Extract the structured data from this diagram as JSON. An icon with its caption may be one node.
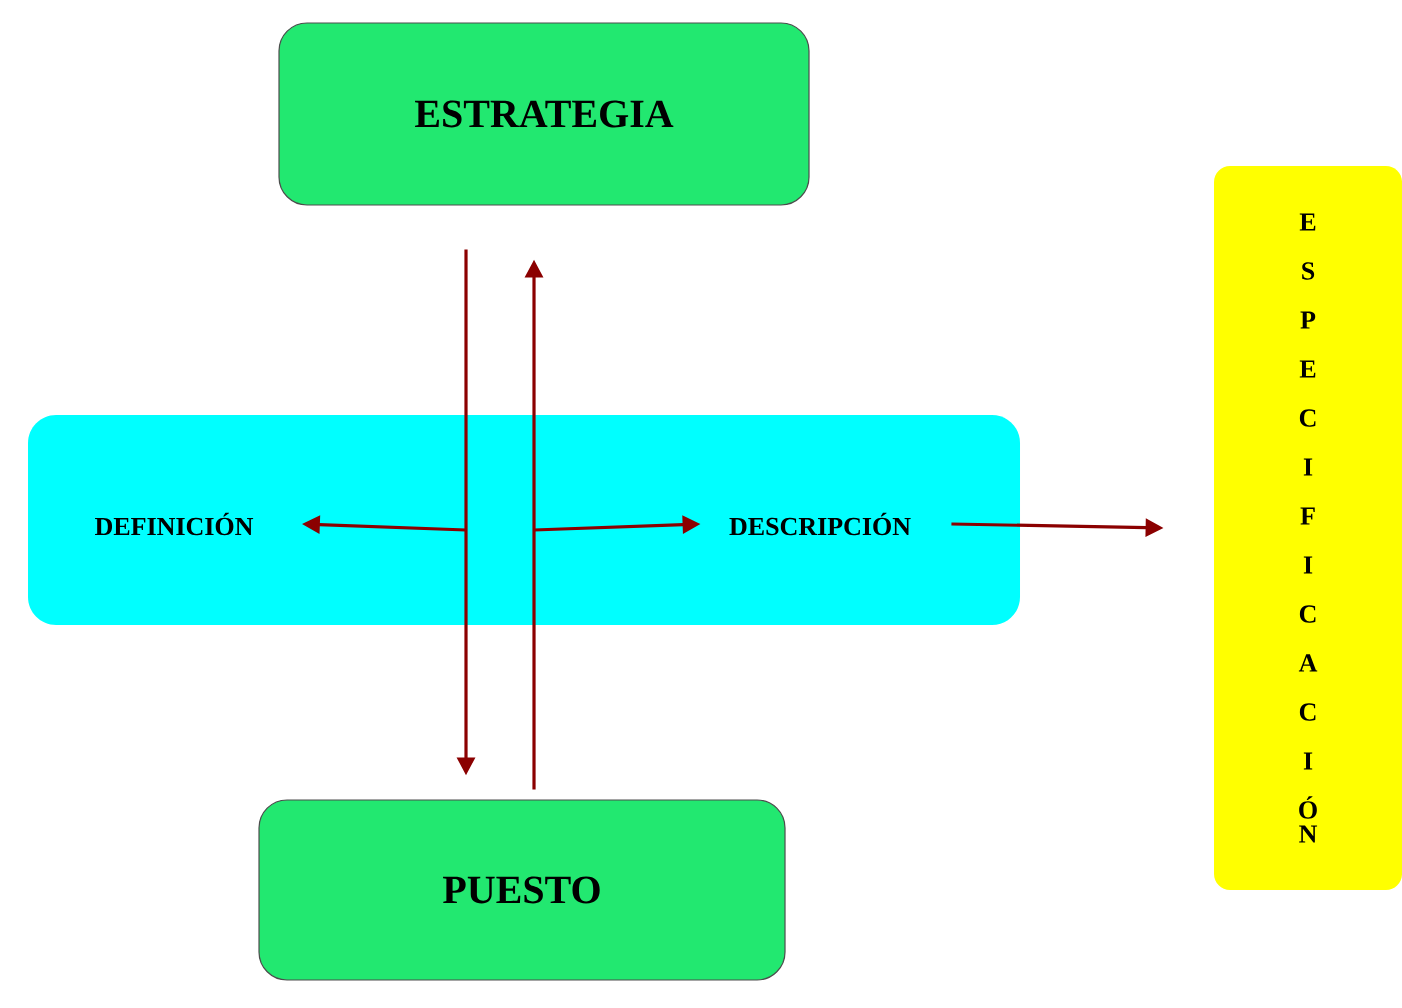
{
  "diagram": {
    "nodes": [
      {
        "text": [
          "ESTRATEGIA"
        ]
      },
      {
        "text": [],
        "shape": "box"
      },
      {
        "text": [
          "DEFINICIÓN"
        ],
        "in": 1
      },
      {
        "text": [
          "DESCRIPCIÓN"
        ],
        "in": 1
      },
      {
        "text": [
          "PUESTO"
        ]
      },
      {
        "text": [
          "ESPECIFICACIÓN"
        ]
      }
    ],
    "edges": [
      {
        "from": 0,
        "to": 4,
        "arrow": "to"
      },
      {
        "from": 4,
        "to": 0,
        "arrow": "to"
      },
      {
        "from": null,
        "to": 2,
        "arrow": "to"
      },
      {
        "from": null,
        "to": 3,
        "arrow": "to"
      },
      {
        "from": 3,
        "to": 5,
        "arrow": "to"
      }
    ]
  }
}
